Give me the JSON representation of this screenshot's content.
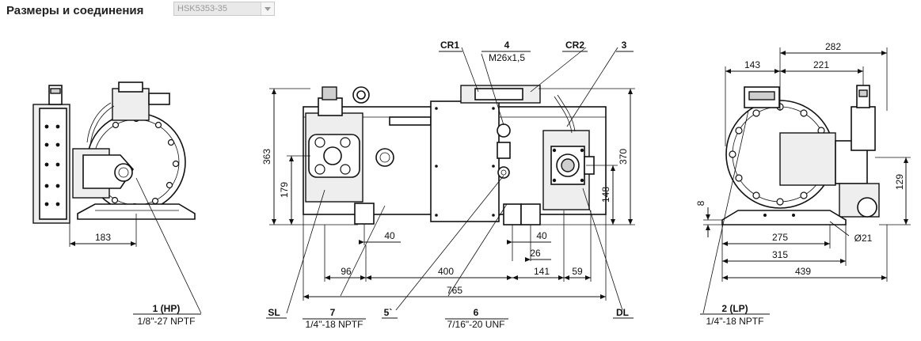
{
  "header": {
    "title": "Размеры и соединения",
    "model_select": {
      "value": "HSK5353-35"
    }
  },
  "left_view": {
    "dims": {
      "width_183": "183"
    },
    "labels": {
      "conn_1": "1 (HP)",
      "conn_1_thread": "1/8\"-27 NPTF"
    }
  },
  "front_view": {
    "top_labels": {
      "cr1": "CR1",
      "conn_4": "4",
      "conn_4_thread": "M26x1,5",
      "cr2": "CR2",
      "conn_3": "3"
    },
    "dims": {
      "h_363": "363",
      "h_179": "179",
      "h_370": "370",
      "h_148": "148",
      "d_40a": "40",
      "d_40b": "40",
      "d_26": "26",
      "d_96": "96",
      "d_400": "400",
      "d_141": "141",
      "d_59": "59",
      "d_765": "765"
    },
    "labels": {
      "sl": "SL",
      "conn_7": "7",
      "conn_7_thread": "1/4\"-18 NPTF",
      "conn_5": "5`",
      "conn_6": "6",
      "conn_6_thread": "7/16\"-20 UNF",
      "dl": "DL"
    }
  },
  "right_view": {
    "dims": {
      "d_282": "282",
      "d_143": "143",
      "d_221": "221",
      "d_129": "129",
      "d_8": "8",
      "d_275": "275",
      "d_phi21": "Ø21",
      "d_315": "315",
      "d_439": "439"
    },
    "labels": {
      "conn_2": "2 (LP)",
      "conn_2_thread": "1/4\"-18 NPTF"
    }
  }
}
